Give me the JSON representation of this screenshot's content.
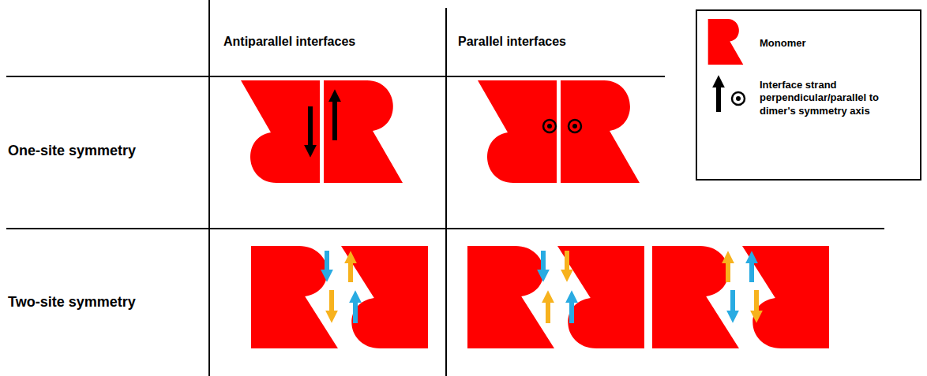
{
  "diagram": {
    "labels": [
      "Antiparallel interfaces",
      "Parallel interfaces",
      "One-site symmetry",
      "Two-site symmetry"
    ],
    "legend": [
      {
        "text": "Monomer",
        "color": "#ff0000"
      },
      {
        "text": "Interface strand perpendicular/parallel to dimer's symmetry axis"
      }
    ]
  }
}
